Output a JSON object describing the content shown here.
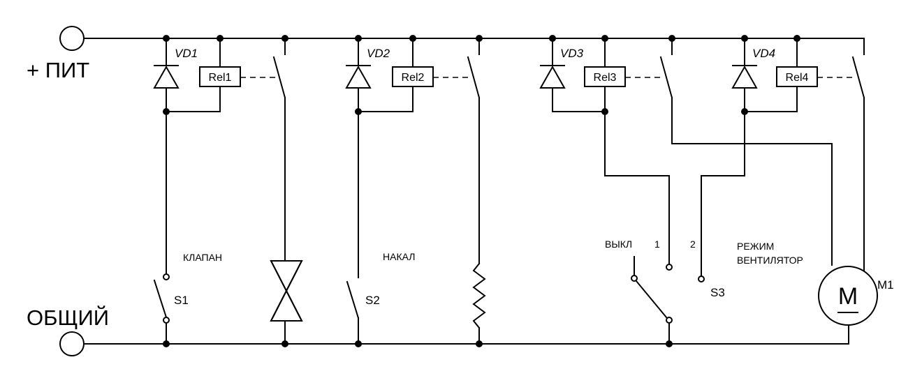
{
  "rails": {
    "plus": "+ ПИТ",
    "common": "ОБЩИЙ"
  },
  "diodes": [
    "VD1",
    "VD2",
    "VD3",
    "VD4"
  ],
  "relays": [
    "Rel1",
    "Rel2",
    "Rel3",
    "Rel4"
  ],
  "loads": {
    "valve": "КЛАПАН",
    "heater": "НАКАЛ"
  },
  "switches": {
    "s1": "S1",
    "s2": "S2",
    "s3": "S3"
  },
  "s3_positions": {
    "off": "ВЫКЛ",
    "one": "1",
    "two": "2"
  },
  "mode": {
    "line1": "РЕЖИМ",
    "line2": "ВЕНТИЛЯТОР"
  },
  "motor": {
    "label": "M1",
    "symbol": "M"
  }
}
